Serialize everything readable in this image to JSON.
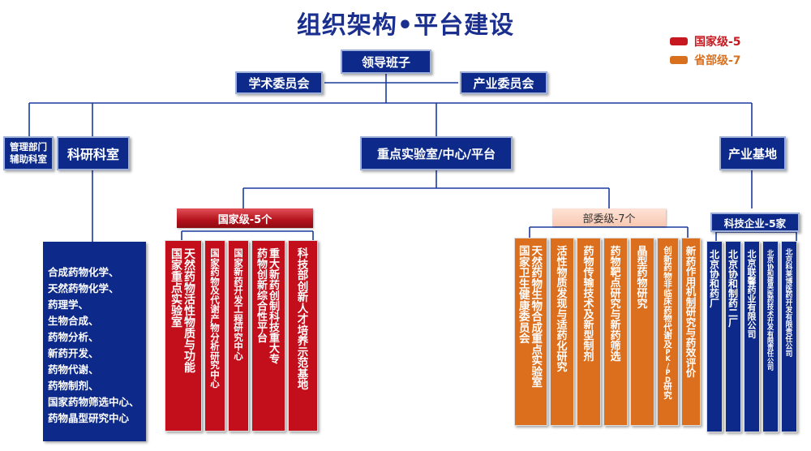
{
  "title": "组织架构•平台建设",
  "legend": [
    {
      "label": "国家级-5",
      "color": "#c8181f"
    },
    {
      "label": "省部级-7",
      "color": "#d9701e"
    }
  ],
  "top": {
    "leadership": "领导班子",
    "academic": "学术委员会",
    "industry_committee": "产业委员会"
  },
  "branches": {
    "admin": [
      "管理部门",
      "辅助科室"
    ],
    "research": "科研科室",
    "labs": "重点实验室/中心/平台",
    "base": "产业基地"
  },
  "research_list": [
    "合成药物化学、",
    "天然药物化学、",
    "药理学、",
    "生物合成、",
    "药物分析、",
    "新药开发、",
    "药物代谢、",
    "药物制剂、",
    "国家药物筛选中心、",
    "药物晶型研究中心"
  ],
  "national_banner": "国家级-5个",
  "provincial_banner": "部委级-7个",
  "enterprise_banner": "科技企业-5家",
  "national": [
    [
      "天然药物活性物质与功能",
      "国家重点实验室"
    ],
    [
      "国家药物及代谢产物分析研究中心"
    ],
    [
      "国家新药开发工程研究中心"
    ],
    [
      "重大新药创制科技重大专",
      "药物创新综合性平台"
    ],
    [
      "科技部创新人才培养示范基地"
    ]
  ],
  "provincial": [
    [
      "天然药物生物合成重点实验室",
      "国家卫生健康委员会"
    ],
    [
      "活性物质发现与适药化研究"
    ],
    [
      "药物传输技术及新型制剂"
    ],
    [
      "药物靶点研究与新药筛选"
    ],
    [
      "晶型药物研究"
    ],
    [
      "创新药物非临床药物代谢及PK/PD研究"
    ],
    [
      "新药作用机制研究与药效评价"
    ]
  ],
  "enterprises": [
    [
      "北京协和药厂"
    ],
    [
      "北京协和制药二厂"
    ],
    [
      "北京联馨药业有限公司"
    ],
    [
      "北京协和建昊医药技术开发有限责任公司"
    ],
    [
      "北京科莱博医药开发有限责任公司"
    ]
  ]
}
